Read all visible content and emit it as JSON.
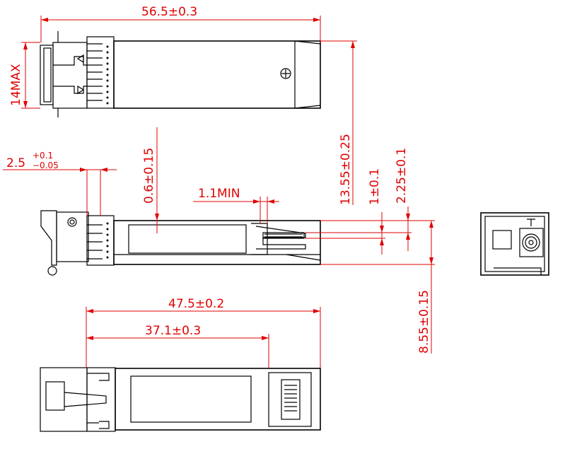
{
  "dimensions": {
    "overall_length": "56.5±0.3",
    "max_height": "14MAX",
    "connector_offset": "0.6±0.15",
    "min_gap": "1.1MIN",
    "cage_height": "13.55±0.25",
    "pin_thickness": "1±0.1",
    "pin_offset": "2.25±0.1",
    "latch_base": "2.5",
    "latch_tol_upper": "+0.1",
    "latch_tol_lower": "−0.05",
    "body_height": "8.55±0.15",
    "body_length": "47.5±0.2",
    "inner_length": "37.1±0.3"
  },
  "colors": {
    "dimension": "#e00000",
    "outline": "#000000"
  }
}
